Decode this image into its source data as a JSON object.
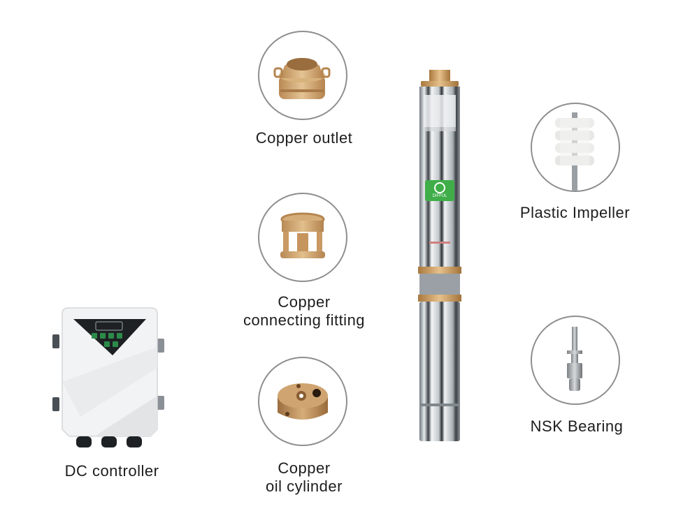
{
  "components": {
    "copper_outlet": {
      "label": "Copper outlet",
      "icon": "copper-outlet-icon"
    },
    "copper_connecting_fitting": {
      "label_line1": "Copper",
      "label_line2": "connecting fitting",
      "icon": "copper-fitting-icon"
    },
    "copper_oil_cylinder": {
      "label_line1": "Copper",
      "label_line2": "oil cylinder",
      "icon": "copper-cylinder-icon"
    },
    "plastic_impeller": {
      "label": "Plastic Impeller",
      "icon": "impeller-icon"
    },
    "nsk_bearing": {
      "label": "NSK Bearing",
      "icon": "bearing-icon"
    },
    "dc_controller": {
      "label": "DC controller",
      "icon": "controller-icon"
    }
  },
  "pump": {
    "brand_label": "DIFFUL"
  },
  "colors": {
    "copper": "#c9a06a",
    "circle_stroke": "#8e8e8e",
    "brand_green": "#3fae49",
    "steel": "#c8cdd2"
  }
}
